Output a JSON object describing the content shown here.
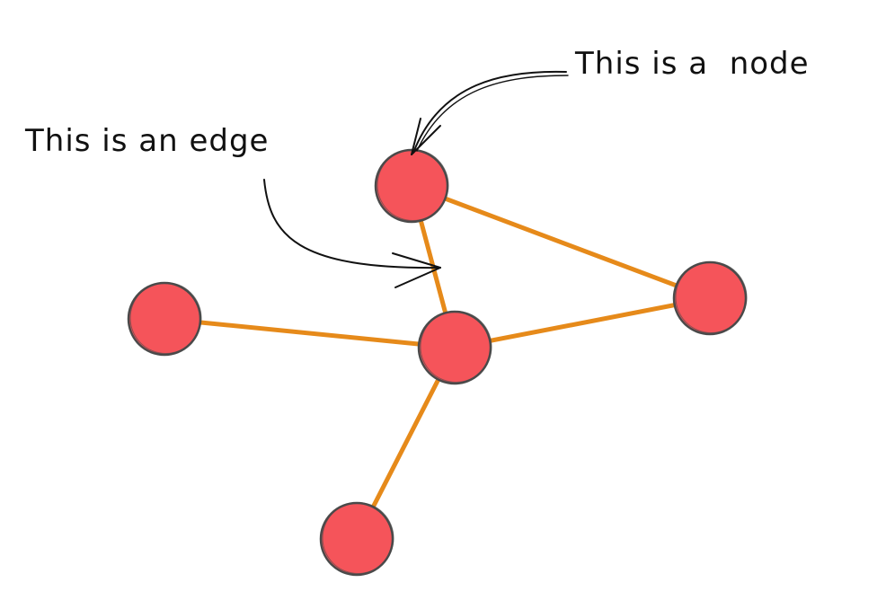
{
  "annotations": {
    "node_label": "This is a  node",
    "edge_label": "This is an edge"
  },
  "colors": {
    "node_fill": "#f5545a",
    "node_stroke": "#4a4a4a",
    "edge": "#e68a1a",
    "ink": "#111111",
    "background": "#ffffff"
  },
  "graph": {
    "nodes": [
      {
        "id": "top"
      },
      {
        "id": "left"
      },
      {
        "id": "center"
      },
      {
        "id": "right"
      },
      {
        "id": "bottom"
      }
    ],
    "edges": [
      {
        "from": "top",
        "to": "center"
      },
      {
        "from": "top",
        "to": "right"
      },
      {
        "from": "left",
        "to": "center"
      },
      {
        "from": "center",
        "to": "right"
      },
      {
        "from": "center",
        "to": "bottom"
      }
    ]
  }
}
